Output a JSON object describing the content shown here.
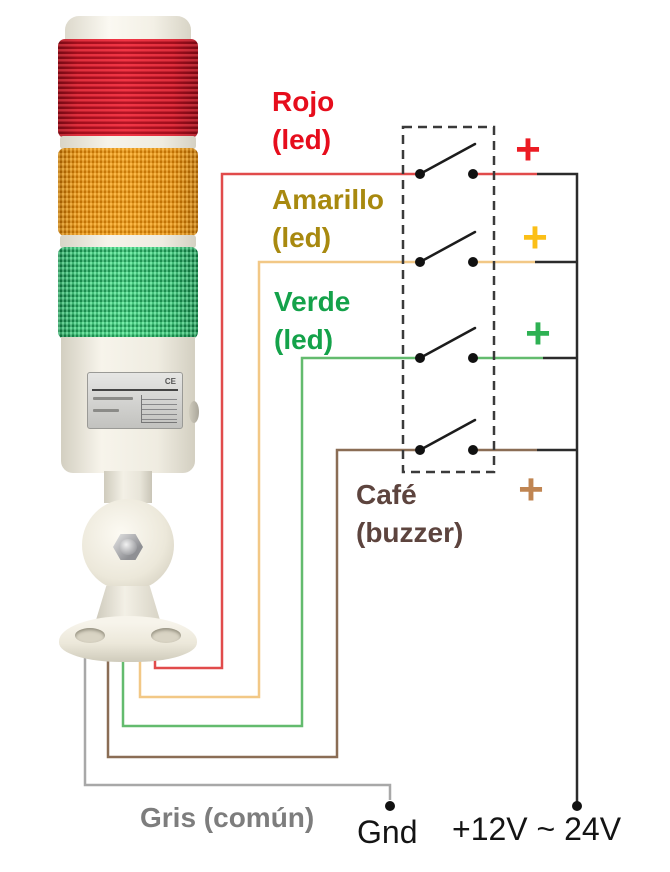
{
  "legend": {
    "rojo": {
      "name": "Rojo",
      "type": "(led)",
      "color": "#e60d1c"
    },
    "amarillo": {
      "name": "Amarillo",
      "type": "(led)",
      "color": "#a8890f"
    },
    "verde": {
      "name": "Verde",
      "type": "(led)",
      "color": "#14a24a"
    },
    "cafe": {
      "name": "Café",
      "type": "(buzzer)",
      "color": "#5d443e"
    },
    "gris": {
      "name": "Gris (común)",
      "color": "#7d7d7d"
    }
  },
  "terminals": {
    "gnd": "Gnd",
    "supply": "+12V ~ 24V"
  },
  "plus_marks": {
    "red": {
      "symbol": "+",
      "color": "#ec1c24"
    },
    "yellow": {
      "symbol": "+",
      "color": "#fbbf17"
    },
    "green": {
      "symbol": "+",
      "color": "#2eb153"
    },
    "brown": {
      "symbol": "+",
      "color": "#c08552"
    }
  },
  "wires": {
    "red": "#e14b4b",
    "yellow": "#f2c886",
    "green": "#63bb6e",
    "brown": "#8a6d55",
    "gray": "#a8a8a8",
    "black": "#2b2b2b"
  },
  "switch_box": {
    "switch_count": 4
  },
  "tower": {
    "ce_mark": "CE"
  }
}
